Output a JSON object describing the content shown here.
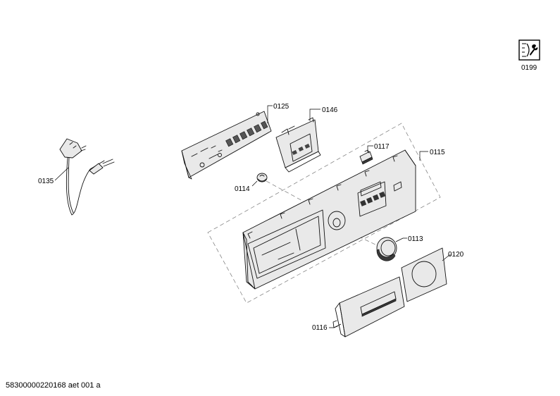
{
  "labels": {
    "p0199": "0199",
    "p0125": "0125",
    "p0146": "0146",
    "p0117": "0117",
    "p0115": "0115",
    "p0135": "0135",
    "p0114": "0114",
    "p0113": "0113",
    "p0120": "0120",
    "p0116": "0116"
  },
  "footer": {
    "drawing_id": "58300000220168 aet 001 a"
  },
  "icons": {
    "service": "service-wrench-icon"
  }
}
